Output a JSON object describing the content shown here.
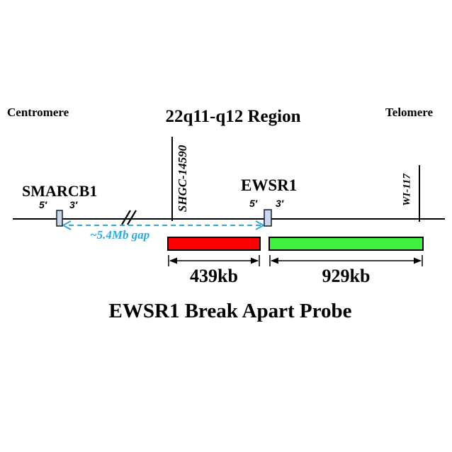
{
  "diagram": {
    "region_title": "22q11-q12 Region",
    "bottom_title": "EWSR1 Break Apart Probe",
    "centromere_label": "Centromere",
    "telomere_label": "Telomere",
    "gap_label": "~5.4Mb gap",
    "genes": {
      "smarcb1": {
        "name": "SMARCB1",
        "five_prime": "5′",
        "three_prime": "3′"
      },
      "ewsr1": {
        "name": "EWSR1",
        "five_prime": "5′",
        "three_prime": "3′"
      }
    },
    "sts_markers": {
      "shgc": "SHGC-14590",
      "wi": "WI-117"
    },
    "probes": {
      "red": {
        "size_label": "439kb",
        "color": "#ff0000"
      },
      "green": {
        "size_label": "929kb",
        "color": "#3ff03f"
      }
    },
    "colors": {
      "gap_arrow": "#29abe2",
      "gene_marker_fill": "#c6d9f1",
      "line": "#000000",
      "background": "#ffffff"
    }
  }
}
